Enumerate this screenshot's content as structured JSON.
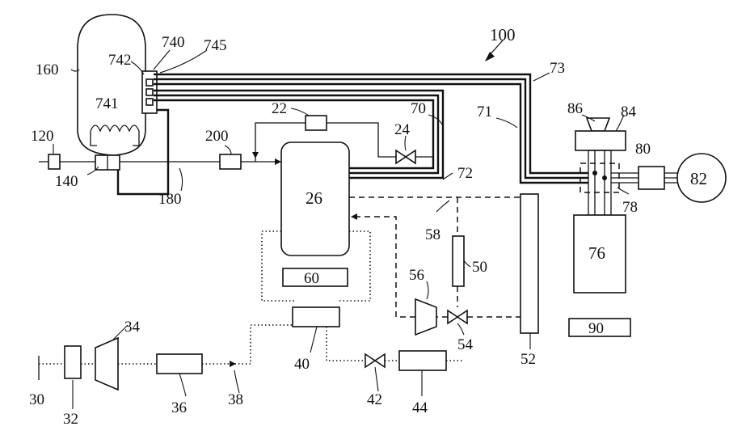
{
  "labels": {
    "system": "100",
    "tank": "160",
    "heater": "741",
    "port_742": "742",
    "port_740": "740",
    "port_745": "745",
    "ref_120": "120",
    "ref_140": "140",
    "ref_180": "180",
    "ref_200": "200",
    "ref_22": "22",
    "ref_24": "24",
    "ref_70": "70",
    "ref_71": "71",
    "ref_72": "72",
    "ref_73": "73",
    "reactor": "26",
    "ref_60": "60",
    "ref_40": "40",
    "ref_58": "58",
    "ref_50": "50",
    "ref_56": "56",
    "ref_54": "54",
    "ref_52": "52",
    "ref_86": "86",
    "ref_84": "84",
    "ref_80": "80",
    "ref_82": "82",
    "ref_78": "78",
    "ref_76": "76",
    "ref_90": "90",
    "ref_30": "30",
    "ref_32": "32",
    "ref_34": "34",
    "ref_36": "36",
    "ref_38": "38",
    "ref_42": "42",
    "ref_44": "44"
  },
  "colors": {
    "line": "#111111",
    "background": "#ffffff"
  }
}
